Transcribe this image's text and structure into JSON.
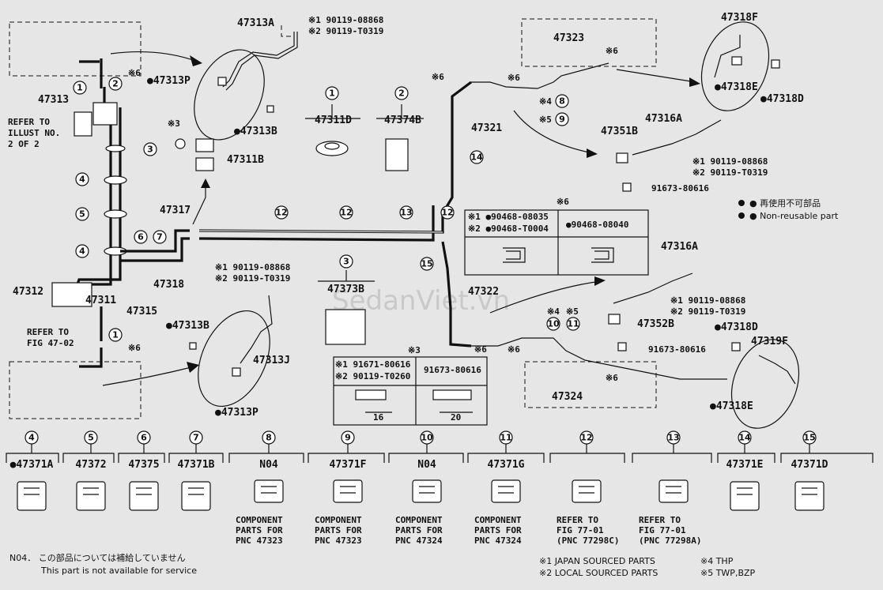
{
  "watermark": "SedanViet.vn",
  "labels": {
    "p47313A": "47313A",
    "p47313P_top": "●47313P",
    "p47313B_top": "●47313B",
    "p47313": "47313",
    "refer_illust": [
      "REFER TO",
      "ILLUST NO.",
      "2 OF 2"
    ],
    "p47311B": "47311B",
    "p47317": "47317",
    "p47318": "47318",
    "p47312": "47312",
    "p47311": "47311",
    "p47315": "47315",
    "refer_fig4702": [
      "REFER TO",
      "FIG 47-02"
    ],
    "p47313B_bot": "●47313B",
    "p47313J": "47313J",
    "p47313P_bot": "●47313P",
    "p47311D": "47311D",
    "p47374B": "47374B",
    "p47373B": "47373B",
    "p47321": "47321",
    "p47322": "47322",
    "p47323": "47323",
    "p47324": "47324",
    "p47351B": "47351B",
    "p47316A_top": "47316A",
    "p47316A_bot": "47316A",
    "p47352B": "47352B",
    "p47318F": "47318F",
    "p47318E_top": "●47318E",
    "p47318D_top": "●47318D",
    "p47318D_bot": "●47318D",
    "p47319F": "47319F",
    "p47318E_bot": "●47318E",
    "p91673_top": "91673-80616",
    "p91673_bot": "91673-80616",
    "bolt_top_1": "※1 90119-08868",
    "bolt_top_2": "※2 90119-T0319",
    "bolt_mid_1": "※1 90119-08868",
    "bolt_mid_2": "※2 90119-T0319",
    "bolt_r1_1": "※1 90119-08868",
    "bolt_r1_2": "※2 90119-T0319",
    "bolt_r2_1": "※1 90119-08868",
    "bolt_r2_2": "※2 90119-T0319",
    "mark3": "※3",
    "mark4": "※4",
    "mark5": "※5",
    "mark6": "※6"
  },
  "legend": {
    "jp": "● 再使用不可部品",
    "en": "● Non-reusable part"
  },
  "clip_box": {
    "header": "※6",
    "c1_line1": "※1 ●90468-08035",
    "c1_line2": "※2 ●90468-T0004",
    "c2": "●90468-08040"
  },
  "bolt_box": {
    "header": "※3",
    "c1_line1": "※1 91671-80616",
    "c1_line2": "※2 90119-T0260",
    "c2": "91673-80616",
    "dim1": "16",
    "dim2": "20"
  },
  "bottom_parts": [
    {
      "num": "4",
      "part": "●47371A",
      "notes": []
    },
    {
      "num": "5",
      "part": "47372",
      "notes": []
    },
    {
      "num": "6",
      "part": "47375",
      "notes": []
    },
    {
      "num": "7",
      "part": "47371B",
      "notes": []
    },
    {
      "num": "8",
      "part": "N04",
      "notes": [
        "COMPONENT",
        "PARTS FOR",
        "PNC 47323"
      ]
    },
    {
      "num": "9",
      "part": "47371F",
      "notes": [
        "COMPONENT",
        "PARTS FOR",
        "PNC 47323"
      ]
    },
    {
      "num": "10",
      "part": "N04",
      "notes": [
        "COMPONENT",
        "PARTS FOR",
        "PNC 47324"
      ]
    },
    {
      "num": "11",
      "part": "47371G",
      "notes": [
        "COMPONENT",
        "PARTS FOR",
        "PNC 47324"
      ]
    },
    {
      "num": "12",
      "part": "",
      "notes": [
        "REFER TO",
        "FIG 77-01",
        "(PNC 77298C)"
      ]
    },
    {
      "num": "13",
      "part": "",
      "notes": [
        "REFER TO",
        "FIG 77-01",
        "(PNC 77298A)"
      ]
    },
    {
      "num": "14",
      "part": "47371E",
      "notes": []
    },
    {
      "num": "15",
      "part": "47371D",
      "notes": []
    }
  ],
  "footer": {
    "n04_jp": "N04． この部品については補給していません",
    "n04_en": "This part is not available for service",
    "f1": "※1 JAPAN SOURCED PARTS",
    "f2": "※2 LOCAL SOURCED PARTS",
    "f4": "※4 THP",
    "f5": "※5 TWP,BZP"
  }
}
